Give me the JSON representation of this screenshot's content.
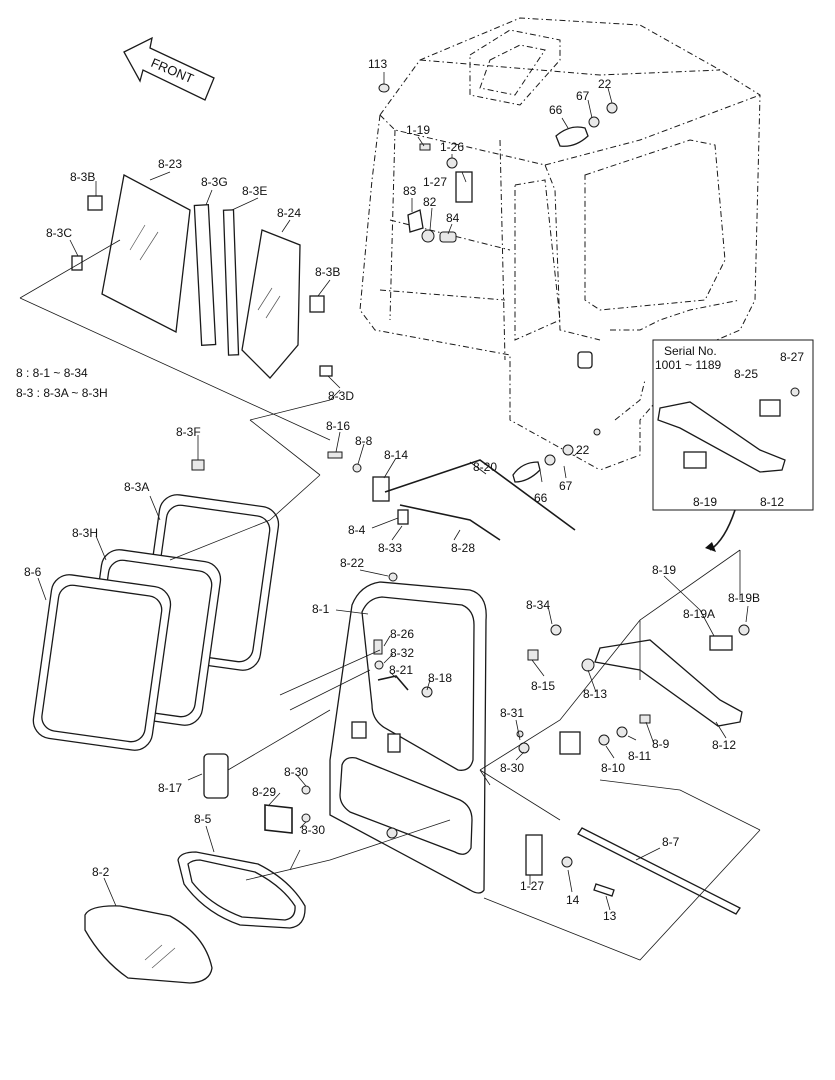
{
  "front_label": "FRONT",
  "notes": [
    "8 : 8-1 ~ 8-34",
    "8-3 : 8-3A ~ 8-3H"
  ],
  "serial_box": {
    "title": "Serial No.",
    "range": "1001 ~ 1189"
  },
  "labels": {
    "l113": "113",
    "l22a": "22",
    "l67a": "67",
    "l66a": "66",
    "l1_19": "1-19",
    "l1_26": "1-26",
    "l1_27a": "1-27",
    "l83": "83",
    "l82": "82",
    "l84": "84",
    "l8_3B_a": "8-3B",
    "l8_23": "8-23",
    "l8_3G": "8-3G",
    "l8_3E": "8-3E",
    "l8_24": "8-24",
    "l8_3C": "8-3C",
    "l8_3B_b": "8-3B",
    "l8_3D": "8-3D",
    "l8_27": "8-27",
    "l8_25": "8-25",
    "l8_19box": "8-19",
    "l8_12box": "8-12",
    "l8_16": "8-16",
    "l8_8": "8-8",
    "l8_14": "8-14",
    "l8_20": "8-20",
    "l66b": "66",
    "l67b": "67",
    "l22b": "22",
    "l8_3F": "8-3F",
    "l8_3A": "8-3A",
    "l8_3H": "8-3H",
    "l8_6": "8-6",
    "l8_4": "8-4",
    "l8_33": "8-33",
    "l8_28": "8-28",
    "l8_22": "8-22",
    "l8_1": "8-1",
    "l8_26": "8-26",
    "l8_32": "8-32",
    "l8_21": "8-21",
    "l8_18": "8-18",
    "l8_19": "8-19",
    "l8_19A": "8-19A",
    "l8_19B": "8-19B",
    "l8_34": "8-34",
    "l8_15": "8-15",
    "l8_13": "8-13",
    "l8_31": "8-31",
    "l8_30a": "8-30",
    "l8_9": "8-9",
    "l8_11": "8-11",
    "l8_10": "8-10",
    "l8_12": "8-12",
    "l8_17": "8-17",
    "l8_30b": "8-30",
    "l8_29": "8-29",
    "l8_30c": "8-30",
    "l8_5": "8-5",
    "l8_7": "8-7",
    "l8_2": "8-2",
    "l1_27b": "1-27",
    "l14": "14",
    "l13": "13"
  }
}
